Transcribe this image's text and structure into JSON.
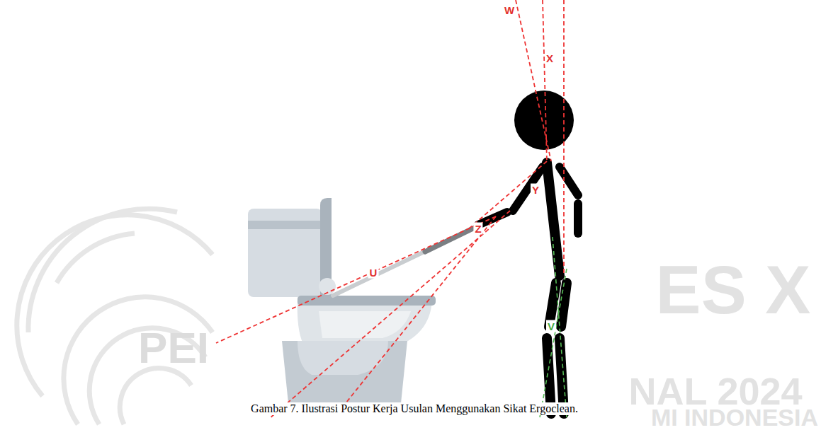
{
  "diagram": {
    "caption": "Gambar 7. Ilustrasi Postur Kerja Usulan Menggunakan Sikat Ergoclean.",
    "labels": [
      "W",
      "X",
      "Y",
      "Z",
      "U",
      "V",
      "PEI",
      "ES X",
      "NAL 2024",
      "MI INDONESIA"
    ]
  }
}
